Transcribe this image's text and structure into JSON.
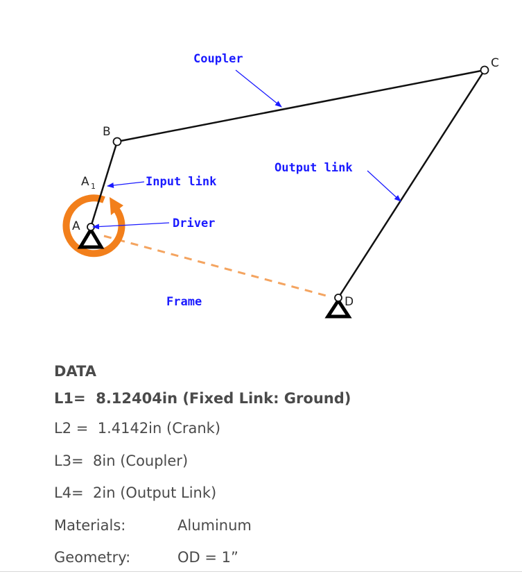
{
  "diagram": {
    "labels": {
      "coupler": "Coupler",
      "input_link": "Input link",
      "output_link": "Output link",
      "driver": "Driver",
      "frame": "Frame"
    },
    "points": {
      "a": "A",
      "a1": "A",
      "a1_sub": "1",
      "b": "B",
      "c": "C",
      "d": "D"
    },
    "colors": {
      "link": "#111111",
      "annotation": "#1a1aff",
      "driver_ring": "#f27f1b",
      "frame_dash": "#f4a460"
    }
  },
  "data": {
    "title": "DATA",
    "l1": {
      "key": "L1=",
      "value": "8.12404in (Fixed Link: Ground)"
    },
    "l2": {
      "key": "L2 =",
      "value": "1.4142in (Crank)"
    },
    "l3": {
      "key": "L3=",
      "value": "8in (Coupler)"
    },
    "l4": {
      "key": "L4=",
      "value": "2in (Output Link)"
    },
    "materials": {
      "key": "Materials:",
      "value": "Aluminum"
    },
    "geometry": {
      "key": "Geometry:",
      "value": "OD = 1”"
    }
  }
}
